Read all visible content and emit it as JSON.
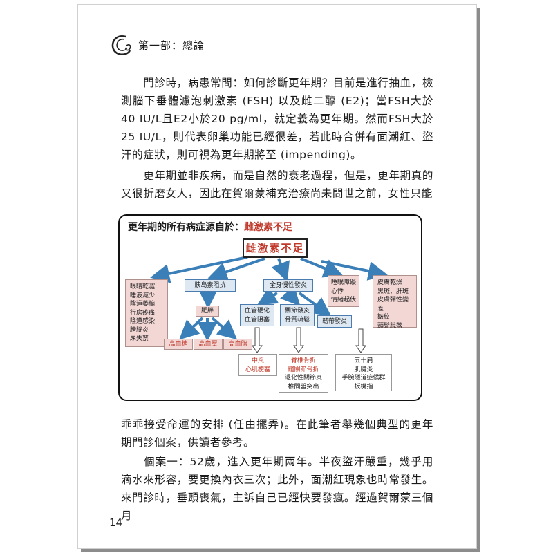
{
  "header": {
    "chapter": "第一部：總論",
    "logo_icon": "stylized-c-swirl-logo"
  },
  "paragraphs": {
    "p1": "門診時，病患常問：如何診斷更年期？目前是進行抽血，檢測腦下垂體濾泡刺激素 (FSH) 以及雌二醇 (E2)；當FSH大於40 IU/L且E2小於20 pg/ml，就定義為更年期。然而FSH大於25 IU/L，則代表卵巢功能已經很差，若此時合併有面潮紅、盜汗的症狀，則可視為更年期將至 (impending)。",
    "p2": "更年期並非疾病，而是自然的衰老過程，但是，更年期真的又很折磨女人，因此在賀爾蒙補充治療尚未問世之前，女性只能",
    "p3": "乖乖接受命運的安排 (任由擺弄)。在此筆者舉幾個典型的更年期門診個案，供讀者參考。",
    "p4": "個案一：52歲，進入更年期兩年。半夜盜汗嚴重，幾乎用滴水來形容，要更換內衣三次；此外，面潮紅現象也時常發生。來門診時，垂頭喪氣，主訴自己已經快要發瘋。經過賀爾蒙三個月"
  },
  "diagram": {
    "title_prefix": "更年期的所有病症源自於：",
    "title_highlight": "雌激素不足",
    "source": "雌激素不足",
    "left_symptoms": [
      "眼睛乾澀",
      "唾液減少",
      "陰道萎縮",
      "行房疼痛",
      "陰道感染",
      "膀胱炎",
      "尿失禁"
    ],
    "insulin": "胰島素阻抗",
    "inflammation": "全身慢性發炎",
    "sleep": [
      "睡眠障礙",
      "心悸",
      "情緒起伏"
    ],
    "skin": [
      "皮膚乾燥",
      "黑斑、肝斑",
      "皮膚彈性變差",
      "皺紋",
      "頭髮脫落"
    ],
    "obesity": "肥胖",
    "metabolic": [
      "高血糖",
      "高血壓",
      "高血脂"
    ],
    "vascular": [
      "血管硬化",
      "血管阻塞"
    ],
    "joint": [
      "關節發炎",
      "骨質疏鬆"
    ],
    "ligament": "韌帶發炎",
    "stroke": [
      "中風",
      "心肌梗塞"
    ],
    "fracture_red": [
      "脊椎骨折",
      "髖關節骨折"
    ],
    "fracture_black": [
      "退化性關節炎",
      "椎間盤突出"
    ],
    "shoulder": [
      "五十肩",
      "肌腱炎",
      "手腕隧道症候群",
      "扳機指"
    ],
    "colors": {
      "title_red": "#c0392b",
      "arrow_blue": "#3a7fb8",
      "pink_box": "#f2d7d5",
      "blue_box": "#dde8f3"
    }
  },
  "page_number": "14"
}
